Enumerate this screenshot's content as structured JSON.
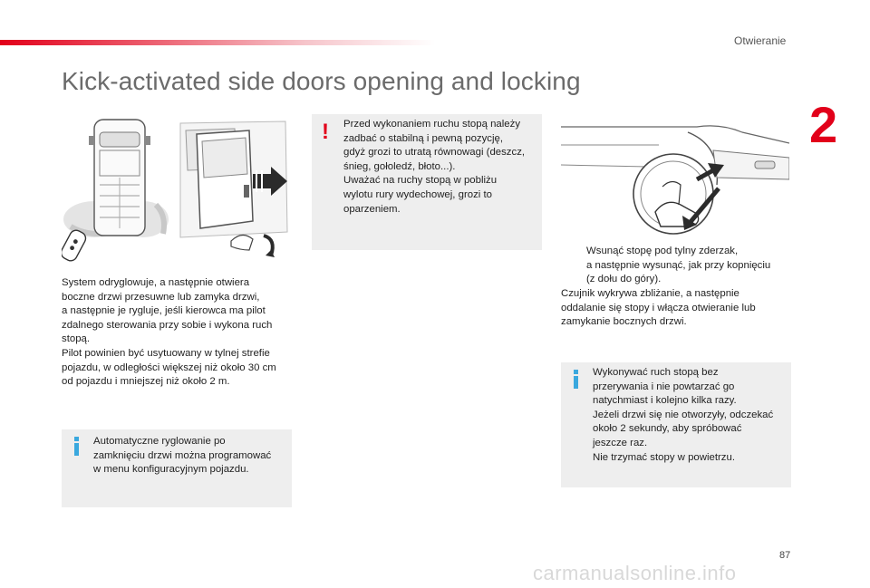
{
  "header": {
    "section": "Otwieranie",
    "chapter_number": "2"
  },
  "title": "Kick-activated side doors opening and locking",
  "left_paragraph": [
    "System odryglowuje, a następnie otwiera",
    "boczne drzwi przesuwne lub zamyka drzwi,",
    "a następnie je rygluje, jeśli kierowca ma pilot",
    "zdalnego sterowania przy sobie i wykona ruch",
    "stopą.",
    "Pilot powinien być usytuowany w tylnej strefie",
    "pojazdu, w odległości większej niż około 30 cm",
    "od pojazdu i mniejszej niż około 2 m."
  ],
  "info_box_left": [
    "Automatyczne ryglowanie po",
    "zamknięciu drzwi można programować",
    "w menu konfiguracyjnym pojazdu."
  ],
  "warning_box": [
    "Przed wykonaniem ruchu stopą należy",
    "zadbać o stabilną i pewną pozycję,",
    "gdyż grozi to utratą równowagi (deszcz,",
    "śnieg, gołoledź, błoto...).",
    "Uważać na ruchy stopą w pobliżu",
    "wylotu rury wydechowej, grozi to",
    "oparzeniem."
  ],
  "warning_icon": "!",
  "bullet_symbol": "",
  "right_bullet": [
    "Wsunąć stopę pod tylny zderzak,",
    "a następnie wysunąć, jak przy kopnięciu",
    "(z dołu do góry)."
  ],
  "right_paragraph": [
    "Czujnik wykrywa zbliżanie, a następnie",
    "oddalanie się stopy i włącza otwieranie lub",
    "zamykanie bocznych drzwi."
  ],
  "info_box_right": [
    "Wykonywać ruch stopą bez",
    "przerywania i nie powtarzać go",
    "natychmiast i kolejno kilka razy.",
    "Jeżeli drzwi się nie otworzyły, odczekać",
    "około 2 sekundy, aby spróbować",
    "jeszcze raz.",
    "Nie trzymać stopy w powietrzu."
  ],
  "page_number": "87",
  "watermark": "carmanualsonline.info",
  "colors": {
    "accent_red": "#e2001a",
    "info_blue": "#3aa8de",
    "box_grey": "#eeeeee",
    "arrow_dark": "#2b2b2b"
  },
  "icons": [
    "info-icon",
    "warning-icon",
    "van-top-view-illustration",
    "sliding-door-illustration",
    "rear-bumper-kick-illustration",
    "remote-key-fob-icon"
  ]
}
